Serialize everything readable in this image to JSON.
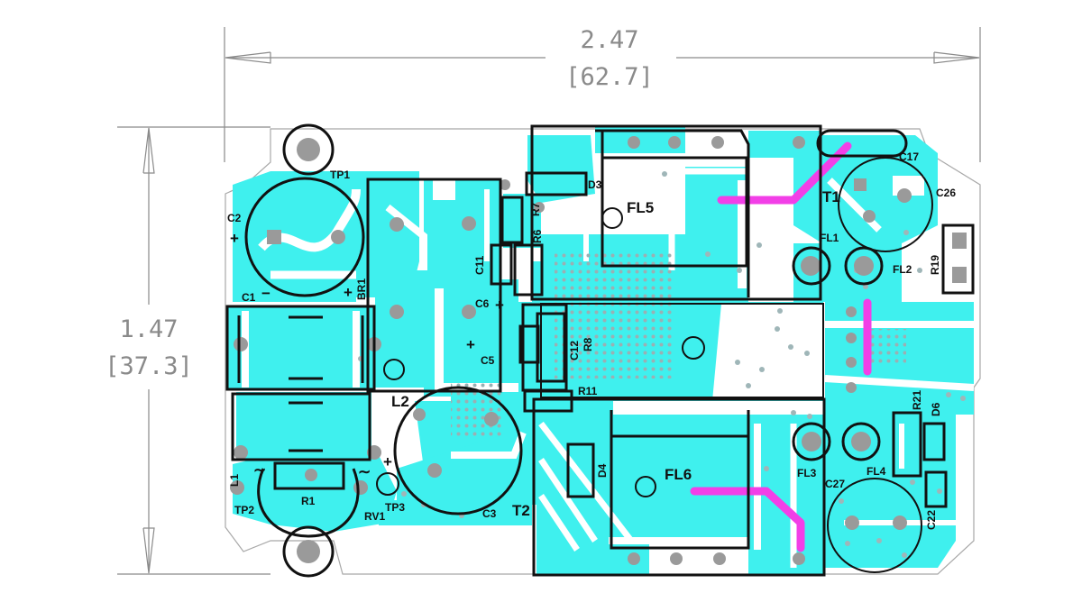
{
  "dimensions": {
    "width": {
      "inches": "2.47",
      "mm": "[62.7]"
    },
    "height": {
      "inches": "1.47",
      "mm": "[37.3]"
    }
  },
  "refdes": {
    "TP1": "TP1",
    "C2": "C2",
    "BR1": "BR1",
    "C1": "C1",
    "L2": "L2",
    "L1": "L1",
    "TP2": "TP2",
    "R1": "R1",
    "RV1": "RV1",
    "TP3": "TP3",
    "C3": "C3",
    "T2": "T2",
    "D3": "D3",
    "R7": "R7",
    "R6": "R6",
    "C11": "C11",
    "C6": "C6",
    "C5": "C5",
    "C12": "C12",
    "R8": "R8",
    "R11": "R11",
    "D4": "D4",
    "FL5": "FL5",
    "FL6": "FL6",
    "T1": "T1",
    "C17": "C17",
    "C26": "C26",
    "FL1": "FL1",
    "FL2": "FL2",
    "R19": "R19",
    "R21": "R21",
    "D6": "D6",
    "FL3": "FL3",
    "FL4": "FL4",
    "C27": "C27",
    "C22": "C22"
  },
  "polarity": {
    "plus": "+",
    "minus": "−",
    "ac": "∼"
  },
  "colors": {
    "copper": "#3ff0ee",
    "pad": "#9a9a9a",
    "silkscreen": "#111111",
    "highlight_trace": "#f23fe7",
    "dimension": "#8a8a8a"
  }
}
